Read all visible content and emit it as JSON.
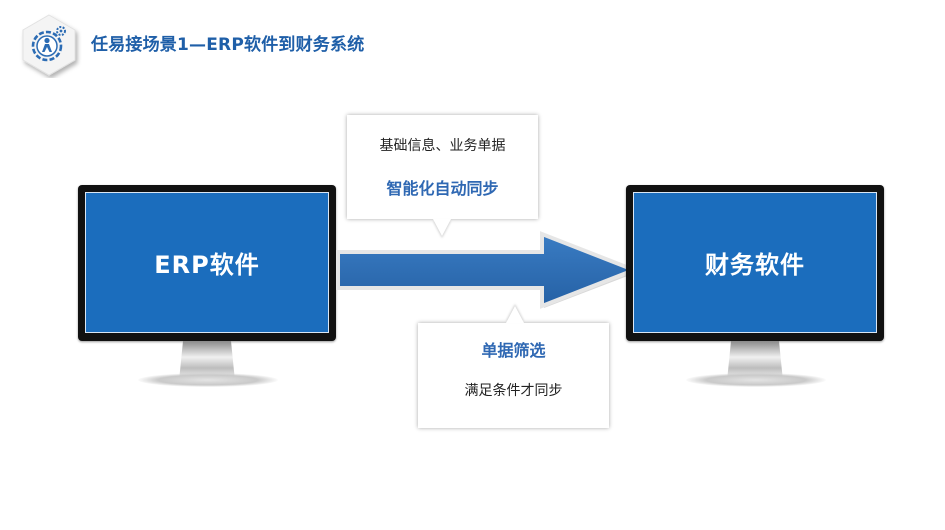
{
  "header": {
    "title": "任易接场景1—ERP软件到财务系统",
    "logo_icon": "person-gear-icon",
    "accent_color": "#1f5fa8"
  },
  "source": {
    "label": "ERP软件",
    "icon": "monitor-icon"
  },
  "target": {
    "label": "财务软件",
    "icon": "monitor-icon"
  },
  "flow": {
    "arrow_color": "#2d6fb5",
    "top_callout": {
      "line1": "基础信息、业务单据",
      "line2": "智能化自动同步"
    },
    "bottom_callout": {
      "line1": "单据筛选",
      "line2": "满足条件才同步"
    }
  },
  "colors": {
    "screen": "#1b6dbd",
    "emphasis_text": "#2f68b3"
  }
}
